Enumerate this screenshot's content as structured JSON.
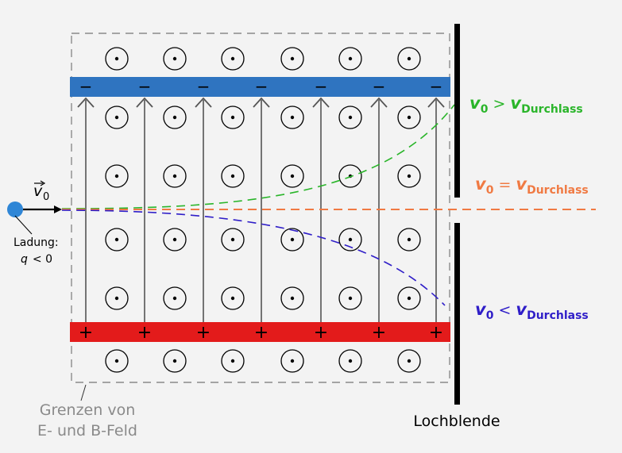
{
  "colors": {
    "background": "#f3f3f3",
    "negative_plate": "#2f74c0",
    "positive_plate": "#e31b1b",
    "field_arrow": "#555555",
    "boundary": "#8a8a8a",
    "charge": "#2f86d6",
    "fast_path": "#2ab52a",
    "equal_path": "#f07a43",
    "slow_path": "#2f1ec8",
    "aperture": "#000000"
  },
  "plates": {
    "negative_sign": "−",
    "positive_sign": "+"
  },
  "charge": {
    "label_line1": "Ladung:",
    "label_q": "q",
    "label_rel": "< 0",
    "velocity_symbol": "v",
    "velocity_subscript": "0"
  },
  "paths": {
    "fast": {
      "v": "v",
      "sub0": "0",
      "op": ">",
      "v2": "v",
      "sub": "Durchlass"
    },
    "equal": {
      "v": "v",
      "sub0": "0",
      "op": "=",
      "v2": "v",
      "sub": "Durchlass"
    },
    "slow": {
      "v": "v",
      "sub0": "0",
      "op": "<",
      "v2": "v",
      "sub": "Durchlass"
    }
  },
  "boundary_label": {
    "line1": "Grenzen von",
    "line2": "E- und B-Feld"
  },
  "aperture_label": "Lochblende",
  "icons": {
    "b_field": "b-field-out-of-page-icon",
    "e_field": "e-field-arrow-icon"
  }
}
